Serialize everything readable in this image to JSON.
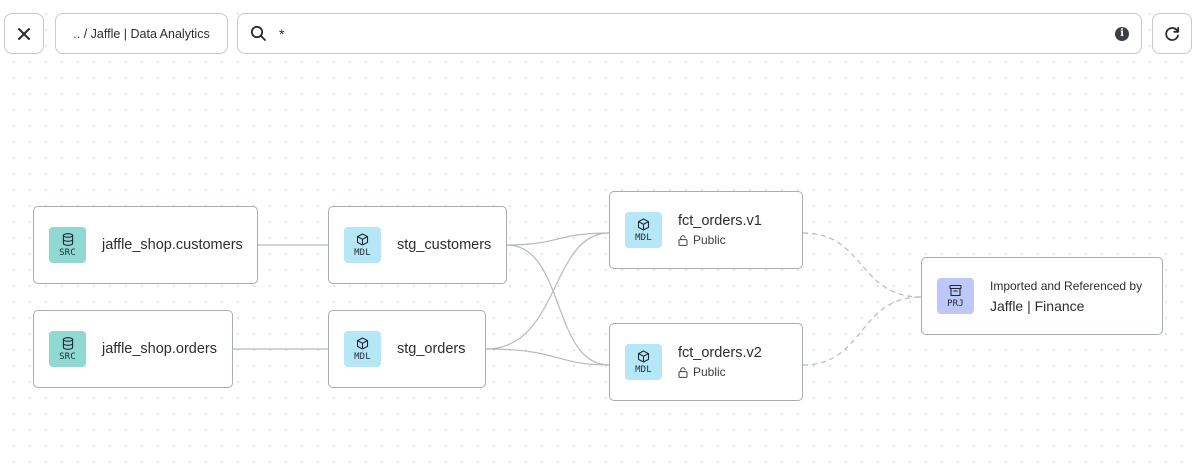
{
  "toolbar": {
    "breadcrumb": ".. / Jaffle | Data Analytics",
    "search_value": "*"
  },
  "nodes": {
    "src_customers": {
      "badge": "SRC",
      "label": "jaffle_shop.customers"
    },
    "src_orders": {
      "badge": "SRC",
      "label": "jaffle_shop.orders"
    },
    "stg_customers": {
      "badge": "MDL",
      "label": "stg_customers"
    },
    "stg_orders": {
      "badge": "MDL",
      "label": "stg_orders"
    },
    "fct_v1": {
      "badge": "MDL",
      "label": "fct_orders.v1",
      "access": "Public"
    },
    "fct_v2": {
      "badge": "MDL",
      "label": "fct_orders.v2",
      "access": "Public"
    },
    "project": {
      "badge": "PRJ",
      "caption": "Imported and Referenced by",
      "label": "Jaffle | Finance"
    }
  },
  "colors": {
    "src_badge": "#8fd9d2",
    "mdl_badge": "#b6e7f7",
    "prj_badge": "#bcc8f7",
    "edge": "#b5b9c0"
  },
  "icons": [
    "close-icon",
    "search-icon",
    "info-icon",
    "refresh-icon",
    "database-icon",
    "cube-icon",
    "archive-icon",
    "lock-icon"
  ]
}
